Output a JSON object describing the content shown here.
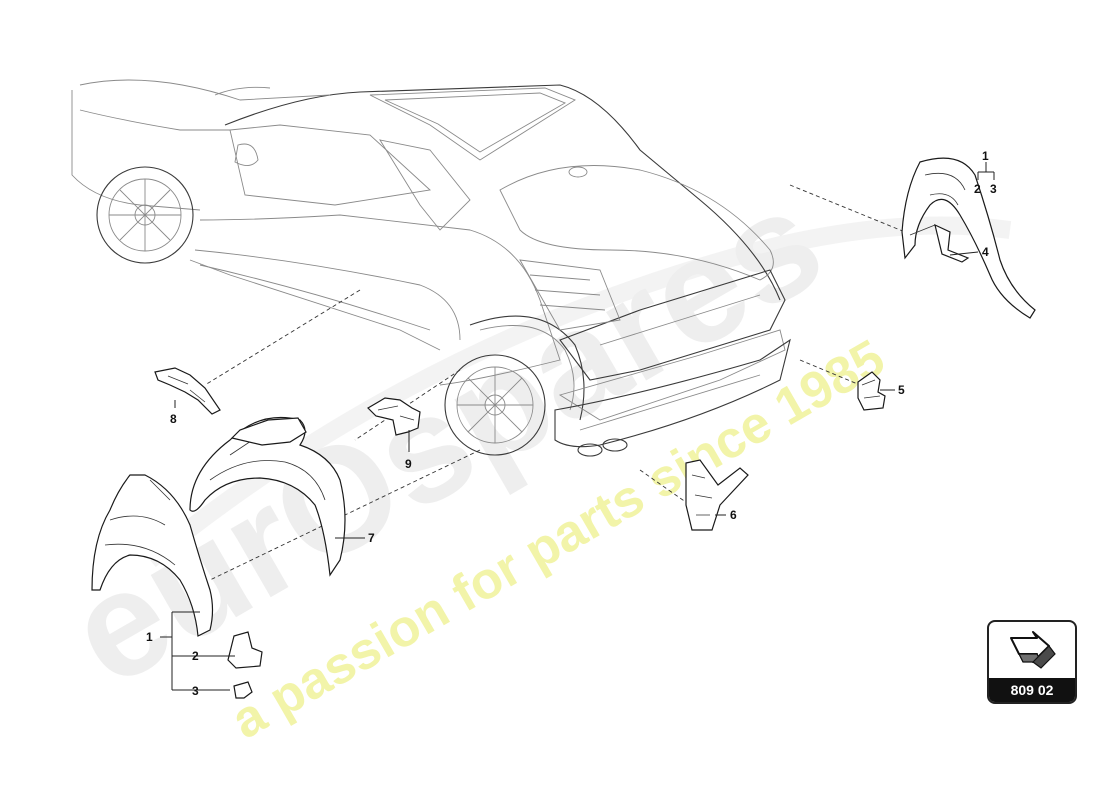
{
  "diagram": {
    "ref_code": "809 02",
    "callouts": {
      "tr_1": "1",
      "tr_2": "2",
      "tr_3": "3",
      "tr_4": "4",
      "p5": "5",
      "p6": "6",
      "p7": "7",
      "p8": "8",
      "p9": "9",
      "bl_1": "1",
      "bl_2": "2",
      "bl_3": "3"
    }
  },
  "watermark": {
    "brand": "eurOspares",
    "tagline": "a passion for parts since 1985"
  },
  "icons": [
    "arrow-icon"
  ],
  "colors": {
    "line": "#222222",
    "watermark_grey": "#e6e6e6",
    "watermark_yellow": "#f1f3a0",
    "badge_dark": "#111111"
  }
}
